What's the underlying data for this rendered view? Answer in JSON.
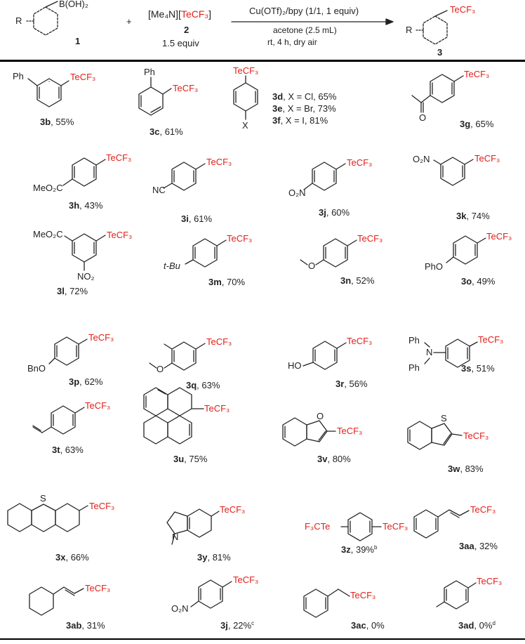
{
  "scheme": {
    "reactant1": {
      "r": "R",
      "group": "B(OH)₂",
      "label": "1"
    },
    "plus": "+",
    "reactant2": {
      "formula_a": "[Me₄N][",
      "formula_b": "TeCF₃",
      "formula_c": "]",
      "label": "2",
      "amount": "1.5 equiv"
    },
    "conditions": [
      "Cu(OTf)₂/bpy (1/1, 1 equiv)",
      "acetone (2.5 mL)",
      "rt, 4 h, dry air"
    ],
    "product": {
      "r": "R",
      "group": "TeCF₃",
      "label": "3"
    }
  },
  "compounds": [
    {
      "id": "3b",
      "yield": "55%",
      "subs": [
        "Ph"
      ]
    },
    {
      "id": "3c",
      "yield": "61%",
      "subs": [
        "Ph"
      ]
    },
    {
      "id": "3d-f",
      "subs": [
        "X"
      ],
      "lines": [
        {
          "id": "3d",
          "text": ", X = Cl, 65%"
        },
        {
          "id": "3e",
          "text": ", X = Br, 73%"
        },
        {
          "id": "3f",
          "text": ", X = I, 81%"
        }
      ]
    },
    {
      "id": "3g",
      "yield": "65%",
      "subs": [
        "O"
      ]
    },
    {
      "id": "3h",
      "yield": "43%",
      "subs": [
        "MeO₂C"
      ]
    },
    {
      "id": "3i",
      "yield": "61%",
      "subs": [
        "NC"
      ]
    },
    {
      "id": "3j",
      "yield": "60%",
      "subs": [
        "O₂N"
      ]
    },
    {
      "id": "3k",
      "yield": "74%",
      "subs": [
        "O₂N"
      ]
    },
    {
      "id": "3l",
      "yield": "72%",
      "subs": [
        "MeO₂C",
        "NO₂"
      ]
    },
    {
      "id": "3m",
      "yield": "70%",
      "subs": [
        "t-Bu"
      ]
    },
    {
      "id": "3n",
      "yield": "52%",
      "subs": [
        "O"
      ]
    },
    {
      "id": "3o",
      "yield": "49%",
      "subs": [
        "PhO"
      ]
    },
    {
      "id": "3p",
      "yield": "62%",
      "subs": [
        "BnO"
      ]
    },
    {
      "id": "3q",
      "yield": "63%",
      "subs": [
        "O"
      ]
    },
    {
      "id": "3r",
      "yield": "56%",
      "subs": [
        "HO"
      ]
    },
    {
      "id": "3s",
      "yield": "51%",
      "subs": [
        "Ph",
        "N",
        "Ph"
      ]
    },
    {
      "id": "3t",
      "yield": "63%"
    },
    {
      "id": "3u",
      "yield": "75%"
    },
    {
      "id": "3v",
      "yield": "80%",
      "subs": [
        "O"
      ]
    },
    {
      "id": "3w",
      "yield": "83%",
      "subs": [
        "S"
      ]
    },
    {
      "id": "3x",
      "yield": "66%",
      "subs": [
        "S"
      ]
    },
    {
      "id": "3y",
      "yield": "81%",
      "subs": [
        "N"
      ]
    },
    {
      "id": "3z",
      "yield": "39%",
      "note": "b",
      "subs": [
        "F₃CTe"
      ]
    },
    {
      "id": "3aa",
      "yield": "32%"
    },
    {
      "id": "3ab",
      "yield": "31%"
    },
    {
      "id": "3j",
      "yield": "22%",
      "note": "c",
      "subs": [
        "O₂N"
      ]
    },
    {
      "id": "3ac",
      "yield": "0%"
    },
    {
      "id": "3ad",
      "yield": "0%",
      "note": "d"
    }
  ],
  "group": "TeCF₃",
  "sep": ", "
}
